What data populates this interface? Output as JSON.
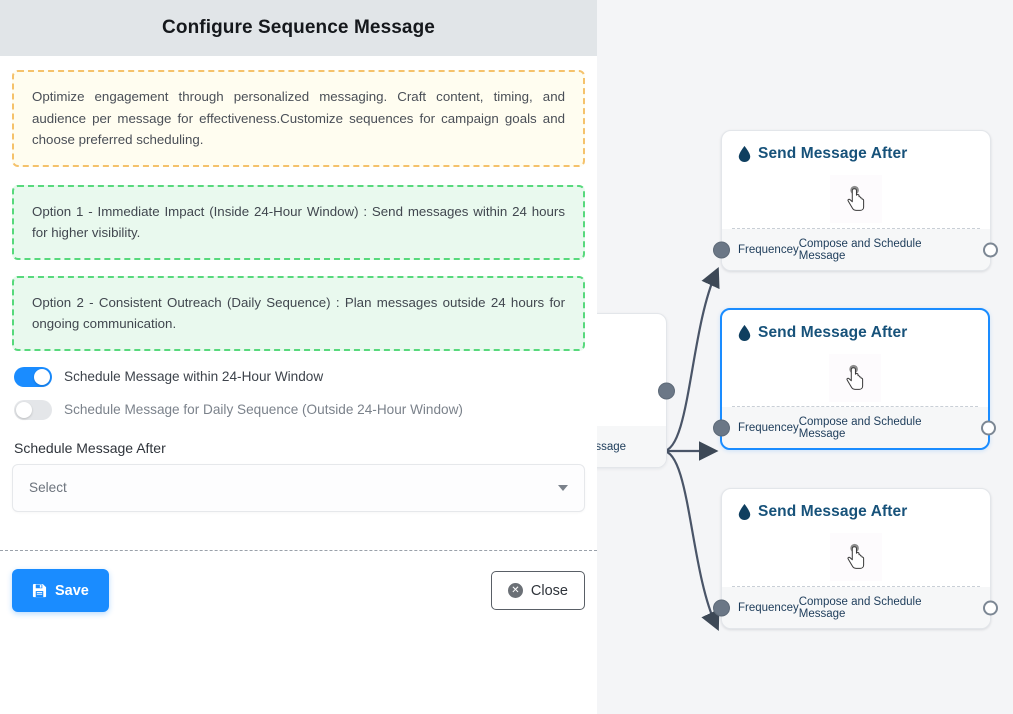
{
  "panel": {
    "title": "Configure Sequence Message",
    "callouts": [
      {
        "variant": "info",
        "text": "Optimize engagement through personalized messaging. Craft content, timing, and audience per message for effectiveness.Customize sequences for campaign goals and choose preferred scheduling."
      },
      {
        "variant": "ok",
        "text": "Option 1 - Immediate Impact (Inside 24-Hour Window) : Send messages within 24 hours for higher visibility."
      },
      {
        "variant": "ok",
        "text": "Option 2 - Consistent Outreach (Daily Sequence) : Plan messages outside 24 hours for ongoing communication."
      }
    ],
    "toggles": [
      {
        "label": "Schedule Message within 24-Hour Window",
        "on": true
      },
      {
        "label": "Schedule Message for Daily Sequence (Outside 24-Hour Window)",
        "on": false
      }
    ],
    "schedule_field": {
      "label": "Schedule Message After",
      "value": "Select",
      "caret_icon": "chevron-down-icon"
    },
    "actions": {
      "save_label": "Save",
      "save_icon": "floppy-disk-icon",
      "close_label": "Close",
      "close_icon": "close-circle-icon"
    }
  },
  "flow": {
    "node_title": "Send Message After",
    "node_title_icon": "droplet-icon",
    "node_body_icon": "pointing-hand-cursor-icon",
    "footer_left": "Frequencey",
    "footer_right": "Compose and Schedule Message",
    "partial_node_footer": "ce Message",
    "nodes": [
      {
        "title": "Send Message After",
        "selected": false
      },
      {
        "title": "Send Message After",
        "selected": true
      },
      {
        "title": "Send Message After",
        "selected": false
      }
    ]
  },
  "colors": {
    "accent": "#1a8cff",
    "selected_border": "#1a8cff",
    "node_title": "#17527a",
    "info_bg": "#fffdf0",
    "info_border": "#f5c26b",
    "ok_bg": "#e9f9ee",
    "ok_border": "#57d97c",
    "canvas_bg": "#f4f5f7",
    "header_bg": "#e1e5e8",
    "edge": "#4a5568"
  }
}
